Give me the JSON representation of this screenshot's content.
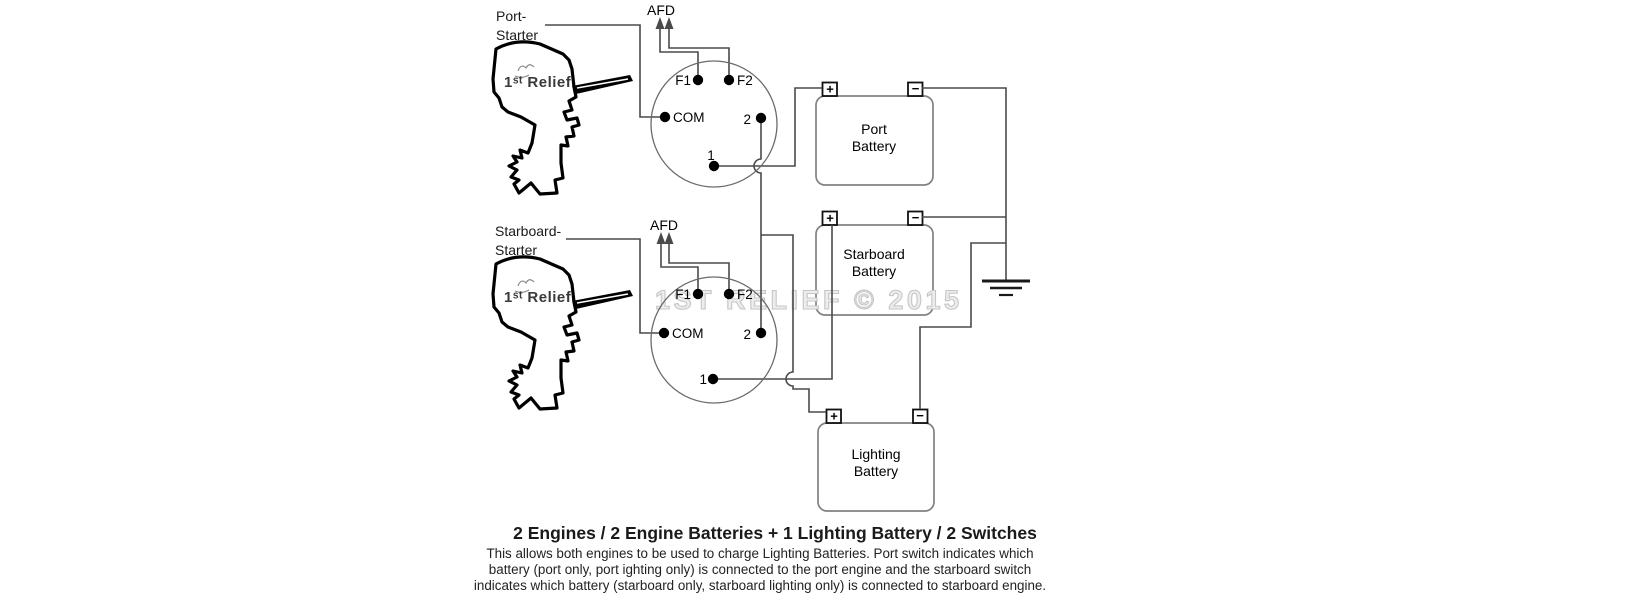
{
  "diagram": {
    "engines": {
      "port_label_line1": "Port-",
      "port_label_line2": "Starter",
      "starboard_label_line1": "Starboard-",
      "starboard_label_line2": "Starter",
      "logo": "1ˢᵗ Relief"
    },
    "afd_label": "AFD",
    "switch_terminals": {
      "f1": "F1",
      "f2": "F2",
      "com": "COM",
      "pos1": "1",
      "pos2": "2"
    },
    "batteries": {
      "port_line1": "Port",
      "port_line2": "Battery",
      "starboard_line1": "Starboard",
      "starboard_line2": "Battery",
      "lighting_line1": "Lighting",
      "lighting_line2": "Battery",
      "plus": "+",
      "minus": "−"
    }
  },
  "watermark": {
    "text": "1ST RELIEF © 2015"
  },
  "caption": {
    "title": "2 Engines / 2 Engine Batteries + 1 Lighting Battery / 2 Switches",
    "line1": "This allows both engines to be used to charge Lighting Batteries. Port switch indicates which",
    "line2": "battery (port only, port ighting only) is connected to the port engine and the starboard switch",
    "line3": "indicates which battery (starboard only, starboard lighting only) is connected to starboard engine."
  },
  "colors": {
    "wire": "#4a4a4a",
    "engine_outline": "#000000",
    "box_border": "#828282",
    "watermark": "#c6c6c6"
  }
}
